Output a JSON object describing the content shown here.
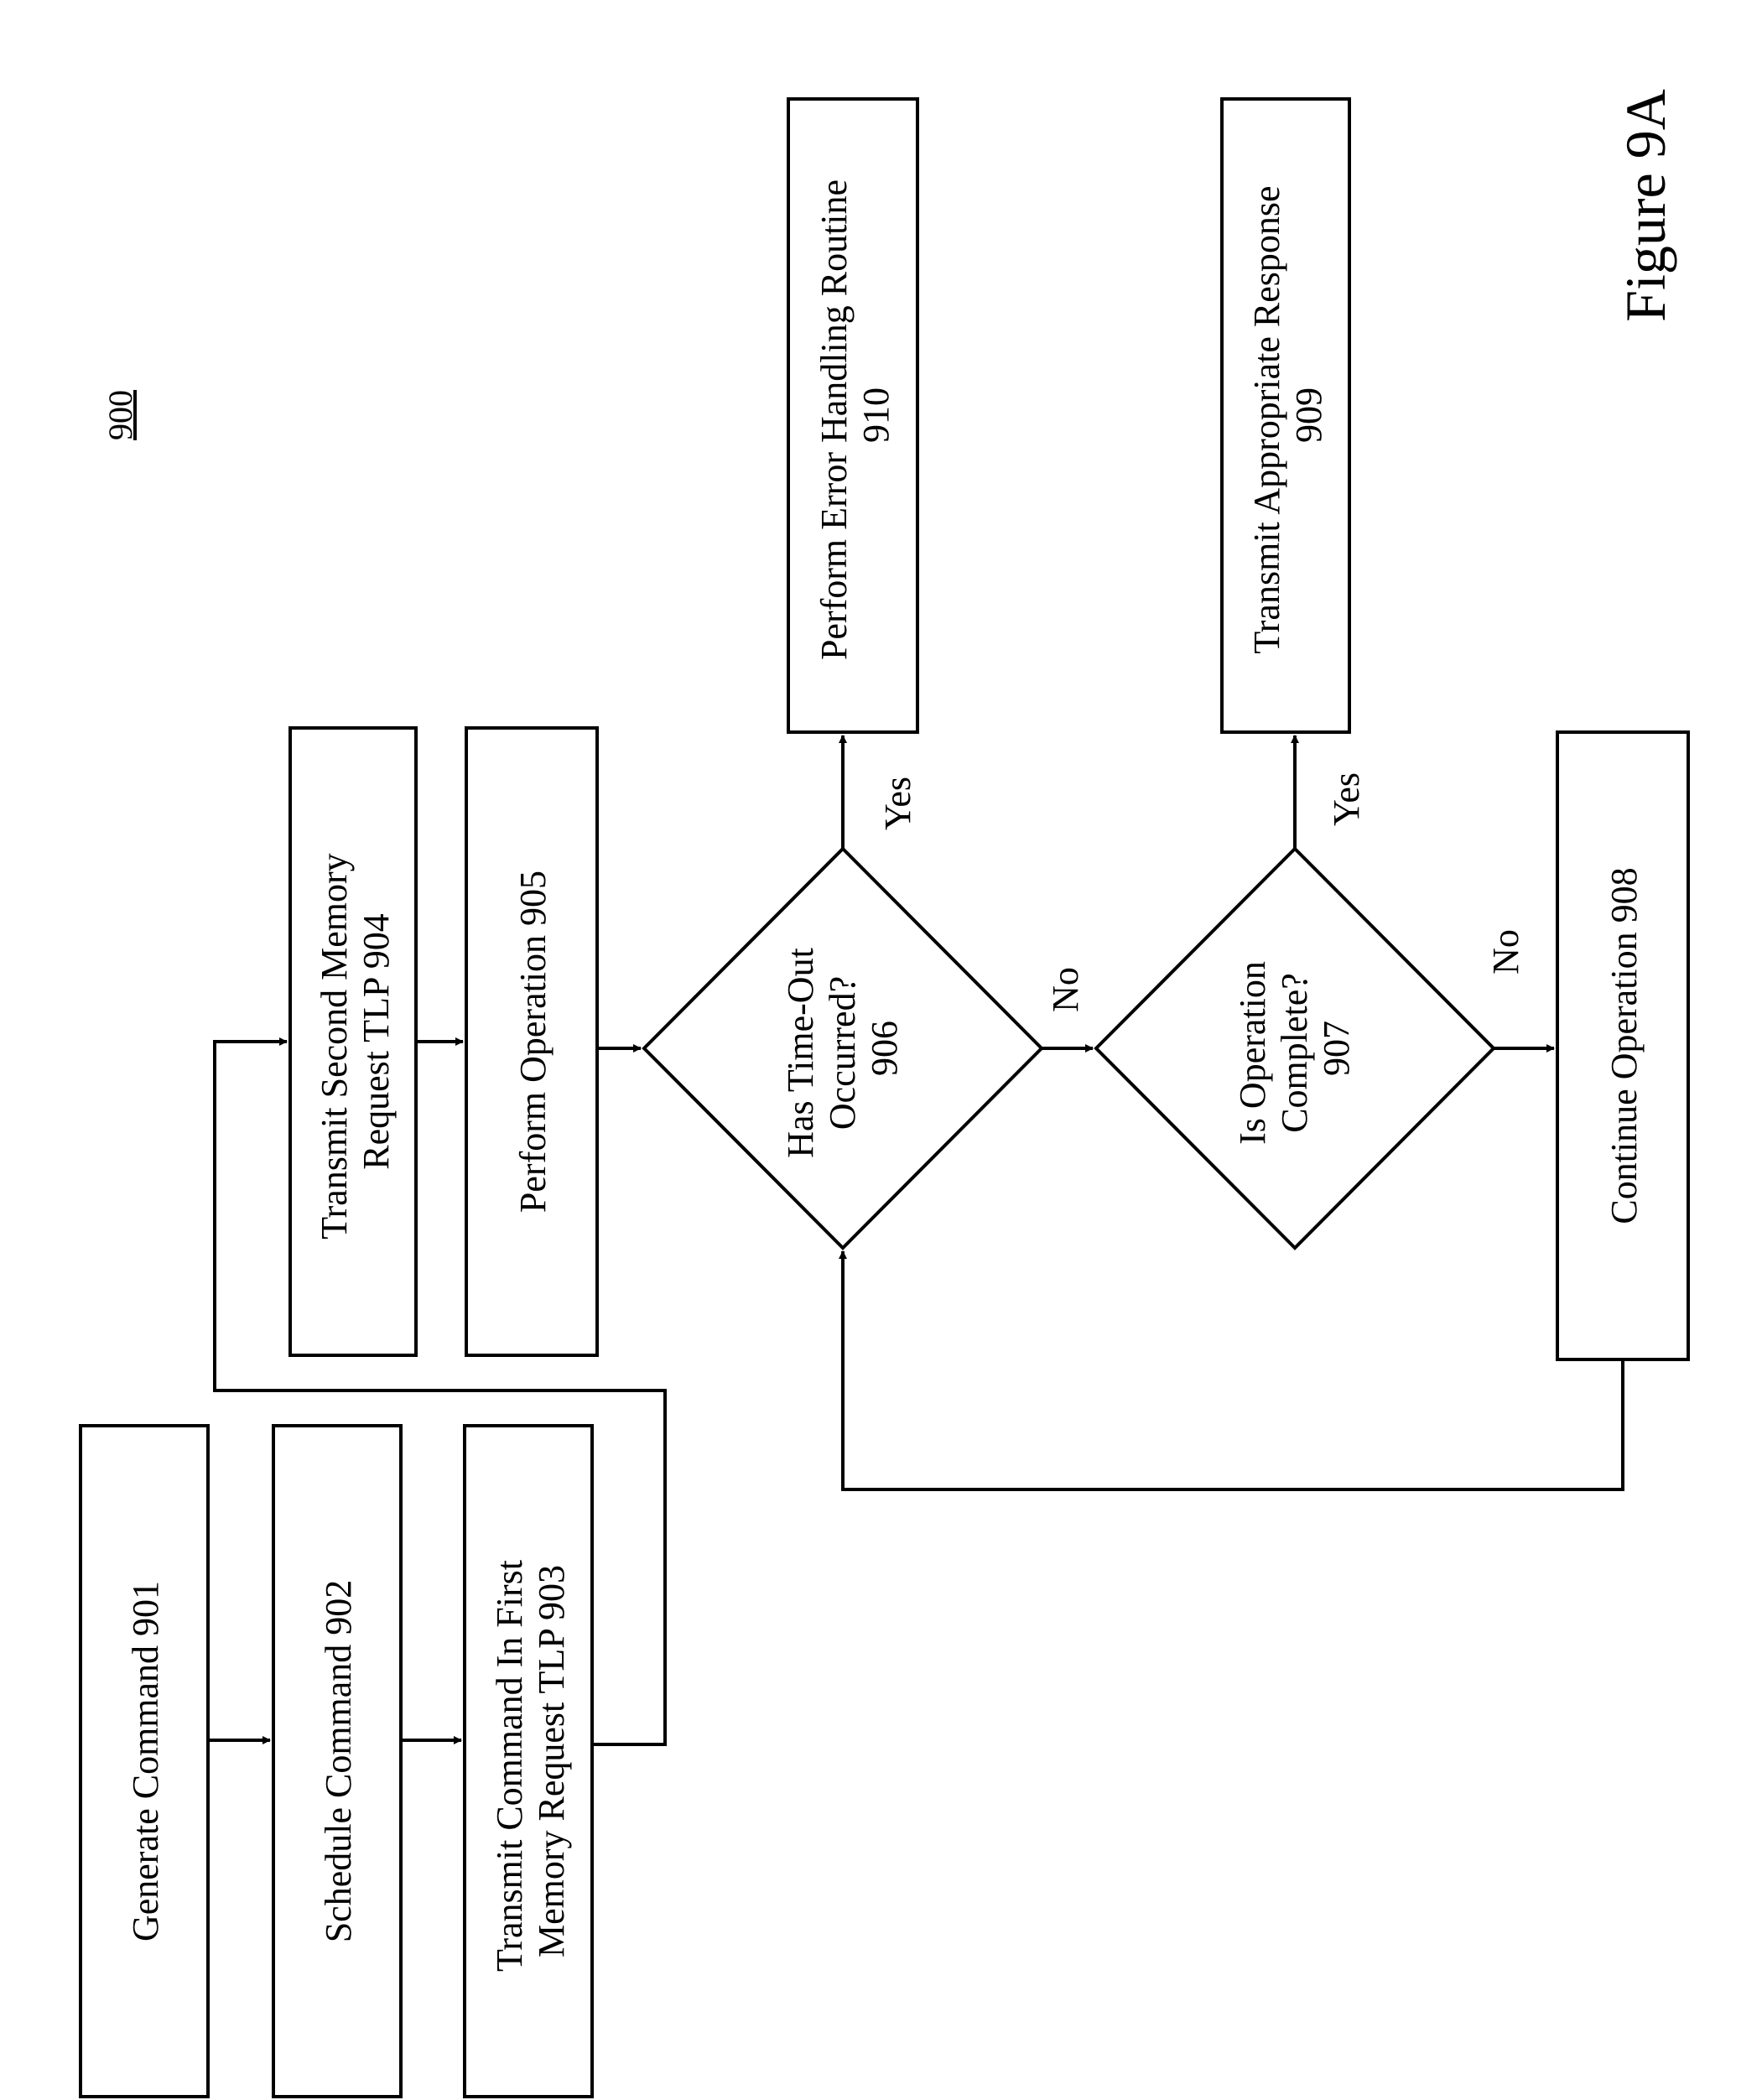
{
  "figure": {
    "ref_number": "900",
    "caption": "Figure 9A"
  },
  "steps": {
    "s901": {
      "lines": [
        "Generate Command 901"
      ]
    },
    "s902": {
      "lines": [
        "Schedule Command 902"
      ]
    },
    "s903": {
      "lines": [
        "Transmit Command In First",
        "Memory Request TLP 903"
      ]
    },
    "s904": {
      "lines": [
        "Transmit Second Memory",
        "Request TLP 904"
      ]
    },
    "s905": {
      "lines": [
        "Perform Operation 905"
      ]
    },
    "s906": {
      "lines": [
        "Has Time-Out",
        "Occurred?",
        "906"
      ]
    },
    "s907": {
      "lines": [
        "Is Operation",
        "Complete?",
        "907"
      ]
    },
    "s908": {
      "lines": [
        "Continue Operation 908"
      ]
    },
    "s909": {
      "lines": [
        "Transmit Appropriate Response",
        "909"
      ]
    },
    "s910": {
      "lines": [
        "Perform Error Handling Routine",
        "910"
      ]
    }
  },
  "edge_labels": {
    "no_906": "No",
    "yes_906": "Yes",
    "no_907": "No",
    "yes_907": "Yes"
  },
  "colors": {
    "stroke": "#000000",
    "background": "#ffffff"
  }
}
